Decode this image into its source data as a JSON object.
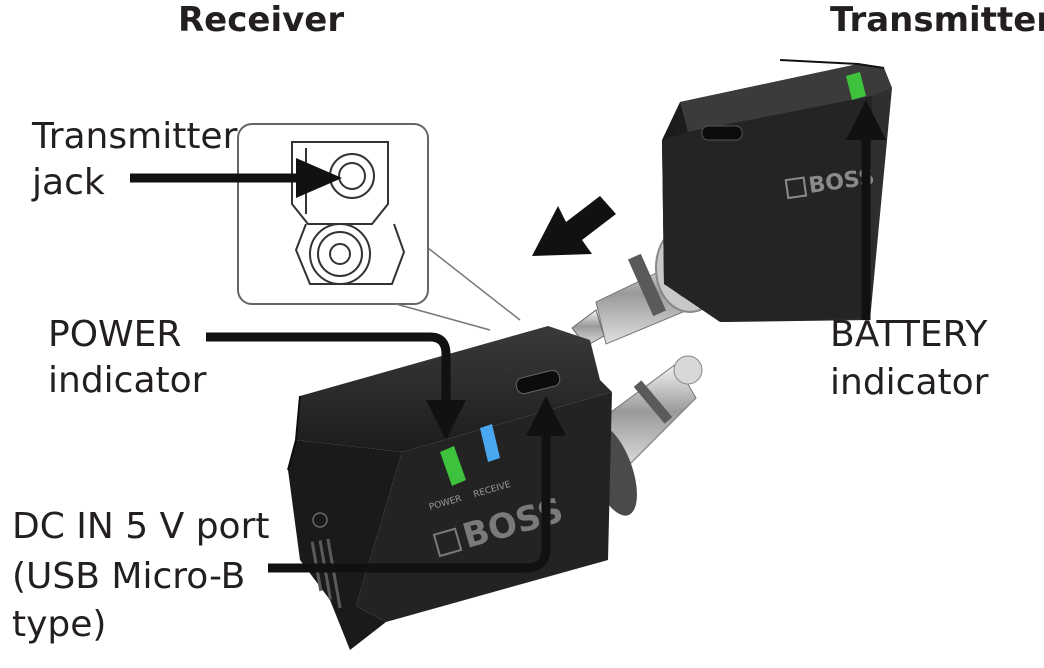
{
  "headings": {
    "receiver": "Receiver",
    "transmitter": "Transmitter"
  },
  "labels": {
    "transmitter_jack_line1": "Transmitter",
    "transmitter_jack_line2": "jack",
    "power_line1": "POWER",
    "power_line2": "indicator",
    "battery_line1": "BATTERY",
    "battery_line2": "indicator",
    "dc_line1": "DC IN 5 V port",
    "dc_line2": "(USB Micro-B",
    "dc_line3": "type)"
  },
  "device_print": {
    "brand": "BOSS",
    "power_text": "POWER",
    "receive_text": "RECEIVE"
  },
  "colors": {
    "text": "#231f20",
    "device_body": "#2b2b2b",
    "power_led": "#3ec23e",
    "receive_led": "#4aa8f0",
    "battery_led": "#3ec23e"
  }
}
